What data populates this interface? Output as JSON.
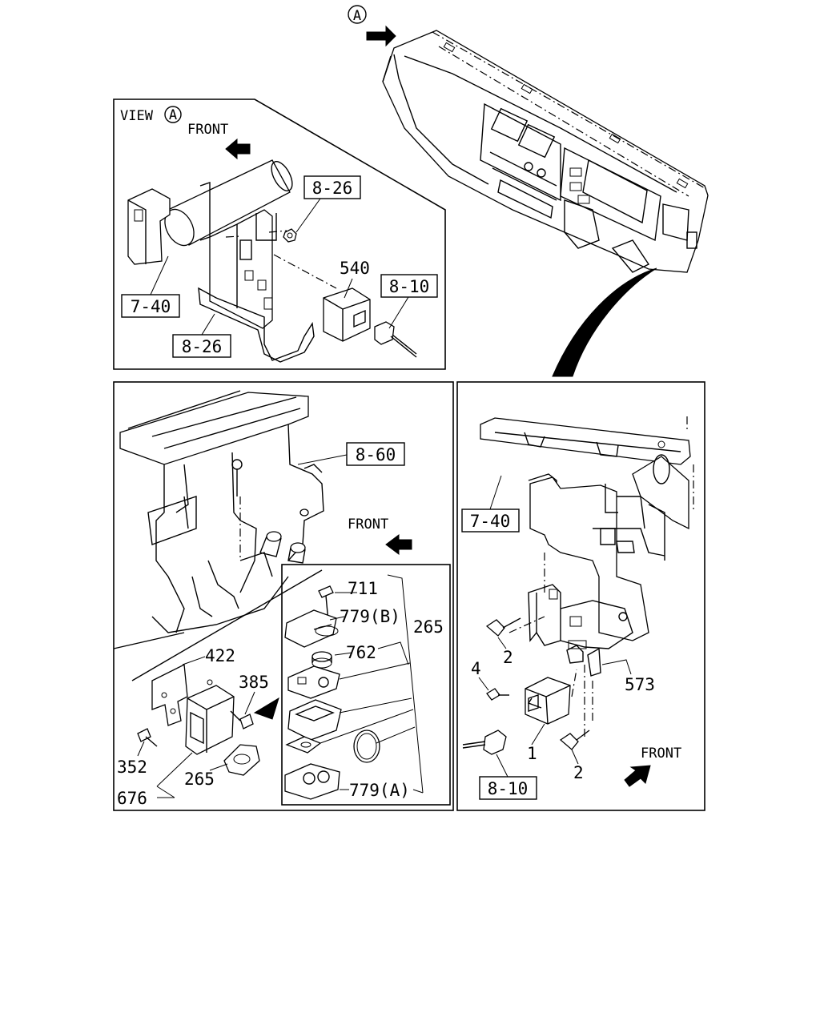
{
  "view_marker": {
    "letter": "A",
    "view_title": "VIEW"
  },
  "direction_label": "FRONT",
  "panel_view_a": {
    "refs": [
      "8-26",
      "7-40",
      "8-26",
      "8-10"
    ],
    "parts": [
      "540"
    ]
  },
  "panel_left": {
    "refs": [
      "8-60"
    ],
    "parts": [
      "422",
      "385",
      "352",
      "265",
      "676"
    ]
  },
  "panel_key": {
    "parts": [
      "711",
      "779(B)",
      "762",
      "265",
      "779(A)"
    ]
  },
  "panel_right": {
    "refs": [
      "7-40",
      "8-10"
    ],
    "parts": [
      "2",
      "4",
      "573",
      "1",
      "2"
    ]
  }
}
